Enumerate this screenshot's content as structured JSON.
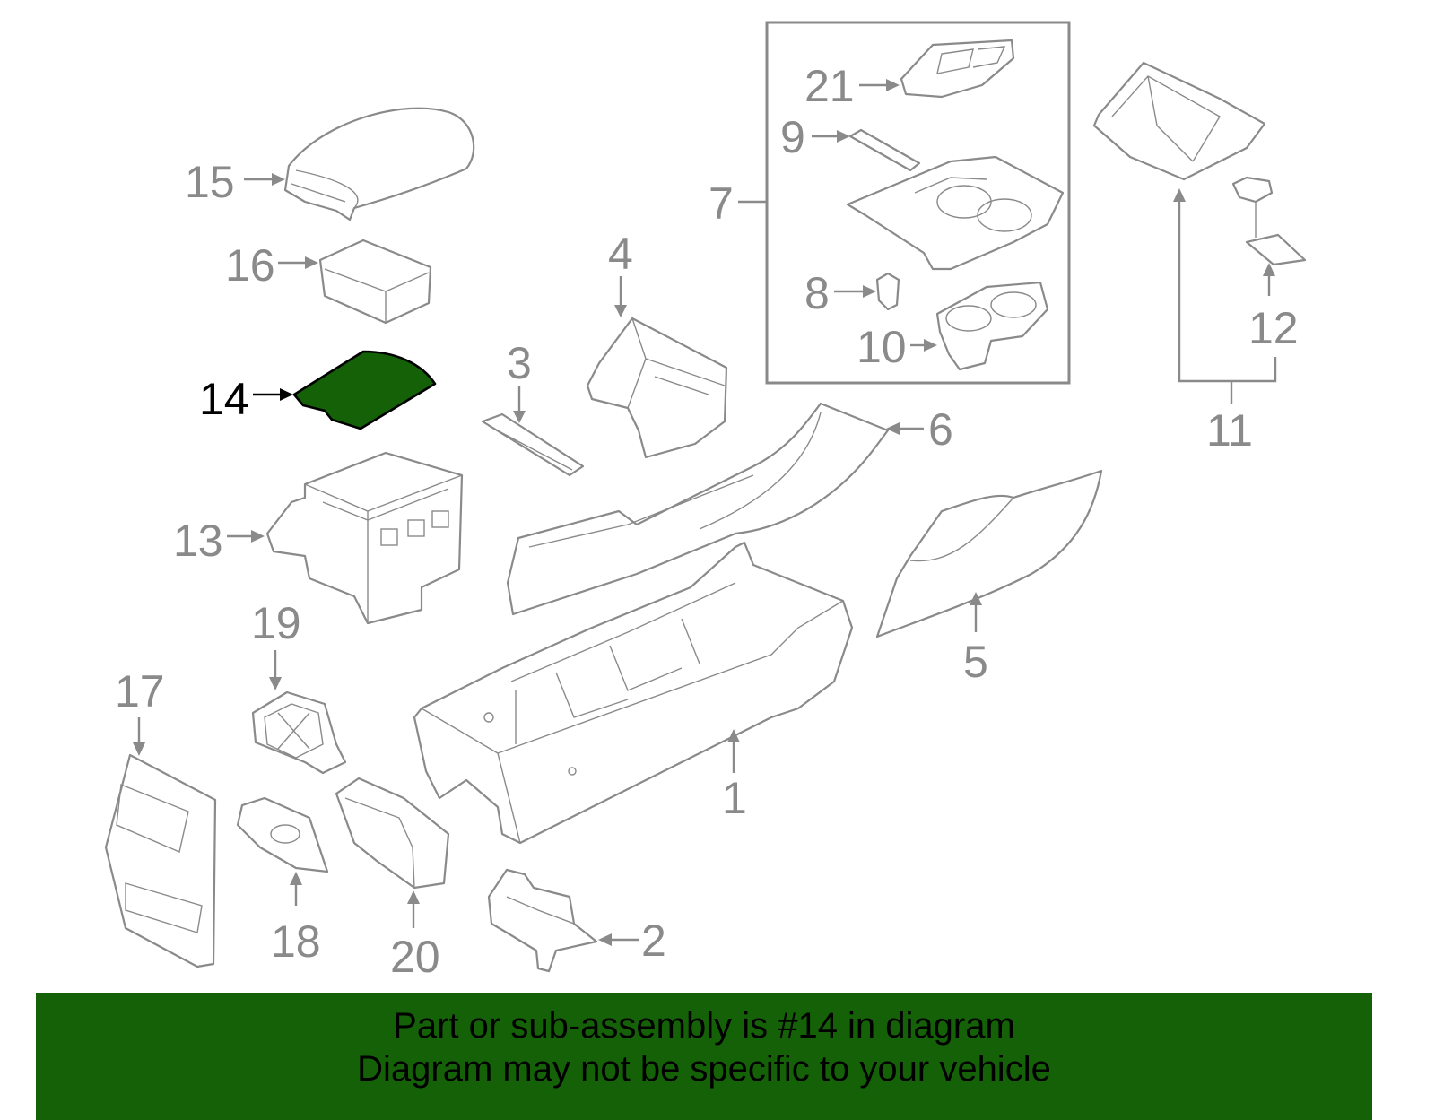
{
  "diagram": {
    "highlight_color": "#156108",
    "line_color": "#8a8a8a",
    "highlighted_part": "14",
    "callouts": {
      "p1": "1",
      "p2": "2",
      "p3": "3",
      "p4": "4",
      "p5": "5",
      "p6": "6",
      "p7": "7",
      "p8": "8",
      "p9": "9",
      "p10": "10",
      "p11": "11",
      "p12": "12",
      "p13": "13",
      "p14": "14",
      "p15": "15",
      "p16": "16",
      "p17": "17",
      "p18": "18",
      "p19": "19",
      "p20": "20",
      "p21": "21"
    }
  },
  "banner": {
    "line1": "Part or sub-assembly is #14 in diagram",
    "line2": "Diagram may not be specific to your vehicle",
    "background": "#156108"
  }
}
